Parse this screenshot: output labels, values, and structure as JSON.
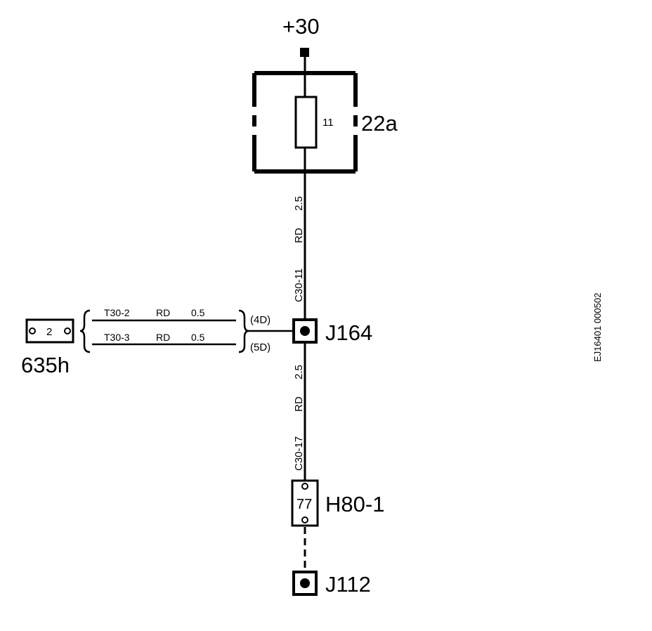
{
  "supply": {
    "label": "+30"
  },
  "fuse_box": {
    "label": "22a",
    "fuse_number": "11"
  },
  "wire_upper": {
    "size": "2.5",
    "color": "RD",
    "id": "C30-11"
  },
  "wire_lower": {
    "size": "2.5",
    "color": "RD",
    "id": "C30-17"
  },
  "junction_j164": {
    "label": "J164"
  },
  "junction_j112": {
    "label": "J112"
  },
  "connector_635h": {
    "label": "635h",
    "pin": "2"
  },
  "branch_wires": [
    {
      "id": "T30-2",
      "color": "RD",
      "size": "0.5",
      "ref": "(4D)"
    },
    {
      "id": "T30-3",
      "color": "RD",
      "size": "0.5",
      "ref": "(5D)"
    }
  ],
  "connector_h80": {
    "label": "H80-1",
    "pin": "77"
  },
  "drawing_id": "EJ16401 000502"
}
